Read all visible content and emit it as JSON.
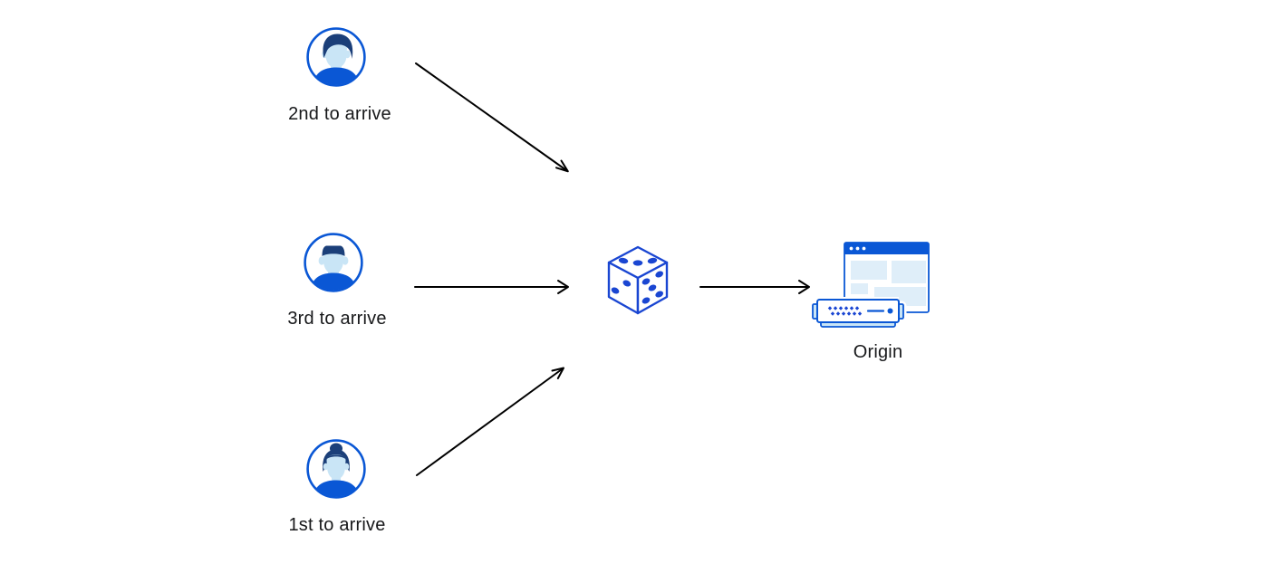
{
  "colors": {
    "primary-blue": "#0a57d5",
    "dice-blue": "#1a46d2",
    "navy": "#1b3f79",
    "sky": "#c9e5f6",
    "sky-light": "#dfeef9",
    "ink": "#17181a",
    "arrow": "#000000"
  },
  "diagram": {
    "clients": [
      {
        "label": "2nd to arrive",
        "icon": "avatar-man-swept-hair-icon"
      },
      {
        "label": "3rd to arrive",
        "icon": "avatar-man-flat-top-icon"
      },
      {
        "label": "1st to arrive",
        "icon": "avatar-woman-bun-icon"
      }
    ],
    "randomizer": {
      "icon": "dice-icon"
    },
    "origin": {
      "label": "Origin",
      "icon": "origin-server-browser-icon"
    },
    "arrows": [
      {
        "from": "client-2nd-to-arrive",
        "to": "dice"
      },
      {
        "from": "client-3rd-to-arrive",
        "to": "dice"
      },
      {
        "from": "client-1st-to-arrive",
        "to": "dice"
      },
      {
        "from": "dice",
        "to": "origin"
      }
    ]
  }
}
